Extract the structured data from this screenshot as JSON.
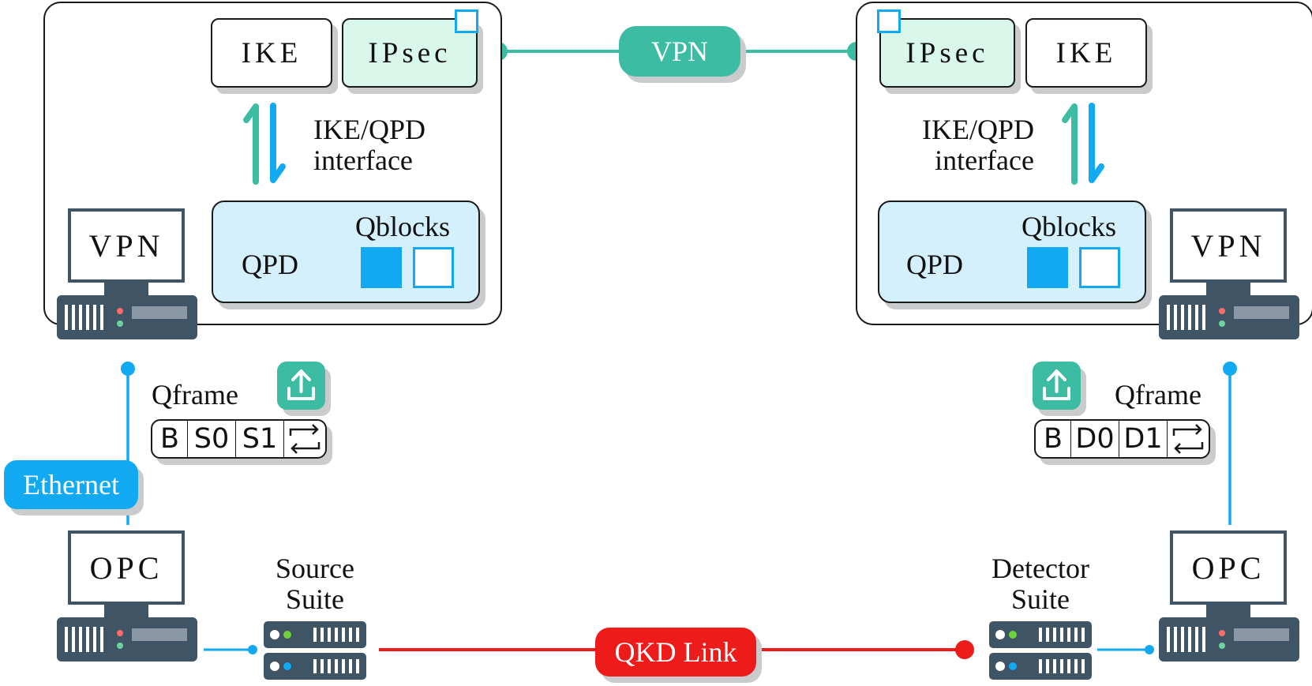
{
  "left": {
    "ike_label": "IKE",
    "ipsec_label": "IPsec",
    "interface_label_line1": "IKE/QPD",
    "interface_label_line2": "interface",
    "qpd_label": "QPD",
    "qblocks_label": "Qblocks",
    "vpn_computer_label": "VPN",
    "opc_computer_label": "OPC",
    "qframe_label": "Qframe",
    "qframe_cells": [
      "B",
      "S0",
      "S1"
    ],
    "suite_label_line1": "Source",
    "suite_label_line2": "Suite",
    "ethernet_label": "Ethernet"
  },
  "right": {
    "ike_label": "IKE",
    "ipsec_label": "IPsec",
    "interface_label_line1": "IKE/QPD",
    "interface_label_line2": "interface",
    "qpd_label": "QPD",
    "qblocks_label": "Qblocks",
    "vpn_computer_label": "VPN",
    "opc_computer_label": "OPC",
    "qframe_label": "Qframe",
    "qframe_cells": [
      "B",
      "D0",
      "D1"
    ],
    "suite_label_line1": "Detector",
    "suite_label_line2": "Suite"
  },
  "center": {
    "vpn_tunnel_label": "VPN",
    "qkd_link_label": "QKD Link"
  },
  "colors": {
    "teal": "#3cbca3",
    "blue": "#12a9f3",
    "red": "#ee1b1b",
    "server_dark": "#3f5566",
    "ipsec_fill": "#d9f7ea",
    "qpd_fill": "#d4f0fc"
  },
  "icons": [
    "upload-icon",
    "swap-arrows-icon",
    "bidirectional-arrows-icon",
    "computer-icon",
    "server-rack-icon"
  ]
}
